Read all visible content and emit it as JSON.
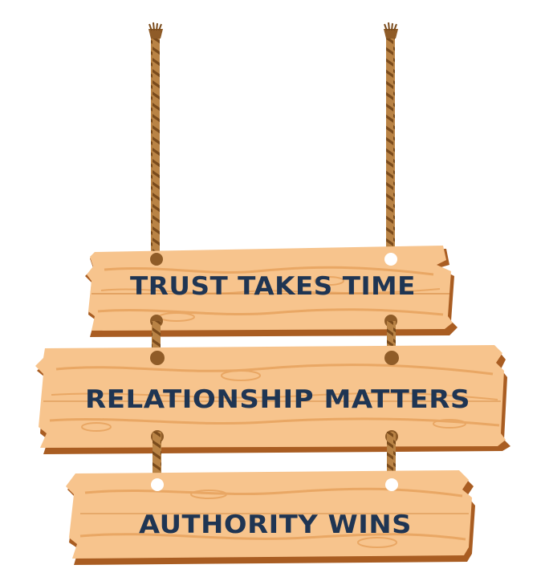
{
  "signs": [
    {
      "text": "TRUST TAKES TIME"
    },
    {
      "text": "RELATIONSHIP MATTERS"
    },
    {
      "text": "AUTHORITY WINS"
    }
  ],
  "colors": {
    "wood": "#f7c48d",
    "wood_grain": "#e9a764",
    "wood_edge": "#c97a34",
    "wood_shadow": "#a95d22",
    "rope": "#b27a3f",
    "rope_dark": "#7a4b1c",
    "text": "#1f3553"
  }
}
